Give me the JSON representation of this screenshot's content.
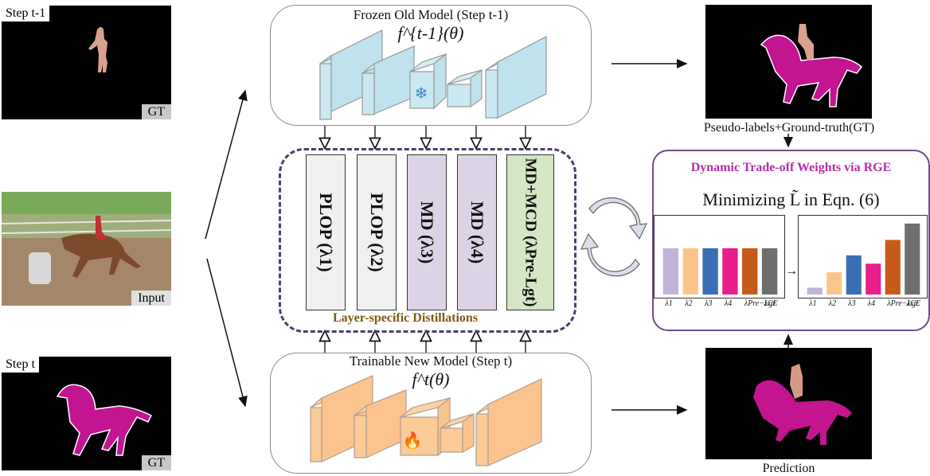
{
  "left": {
    "prev_step_label": "Step t-1",
    "input_label": "Input",
    "cur_step_label": "Step t",
    "gt_label": "GT"
  },
  "old_model": {
    "title": "Frozen Old Model (Step t-1)",
    "formula": "f^{t-1}(θ)",
    "icon": "snowflake-icon"
  },
  "new_model": {
    "title": "Trainable New Model (Step t)",
    "formula": "f^t(θ)",
    "icon": "fire-icon"
  },
  "distillations": {
    "caption": "Layer-specific Distillations",
    "columns": [
      {
        "label": "PLOP (λ1)",
        "color": "#f0f0f0"
      },
      {
        "label": "PLOP (λ2)",
        "color": "#f0f0f0"
      },
      {
        "label": "MD (λ3)",
        "color": "#ddd3e6"
      },
      {
        "label": "MD (λ4)",
        "color": "#ddd3e6"
      },
      {
        "label": "MD+MCD (λPre-Lgt)",
        "color": "#d4e6c4"
      }
    ]
  },
  "rge": {
    "title": "Dynamic Trade-off Weights via RGE",
    "subtitle": "Minimizing L̃ in Eqn. (6)",
    "pseudo_caption": "Pseudo-labels+Ground-truth(GT)",
    "prediction_caption": "Prediction",
    "arrow": "→"
  },
  "chart_data": [
    {
      "type": "bar",
      "categories": [
        "λ1",
        "λ2",
        "λ3",
        "λ4",
        "λPre−Lgt",
        "λCE"
      ],
      "colors": [
        "#c3b3d9",
        "#fbc58a",
        "#3a6fb5",
        "#e81e8c",
        "#c55a1a",
        "#6e6e6e"
      ],
      "values": [
        1,
        1,
        1,
        1,
        1,
        1
      ],
      "ylim": [
        0,
        1.6
      ]
    },
    {
      "type": "bar",
      "categories": [
        "λ1",
        "λ2",
        "λ3",
        "λ4",
        "λPre−Lgt",
        "λCE"
      ],
      "colors": [
        "#c3b3d9",
        "#fbc58a",
        "#3a6fb5",
        "#e81e8c",
        "#c55a1a",
        "#6e6e6e"
      ],
      "values": [
        0.22,
        0.72,
        1.27,
        1.0,
        1.77,
        2.3
      ],
      "ylim": [
        0,
        2.4
      ]
    }
  ]
}
